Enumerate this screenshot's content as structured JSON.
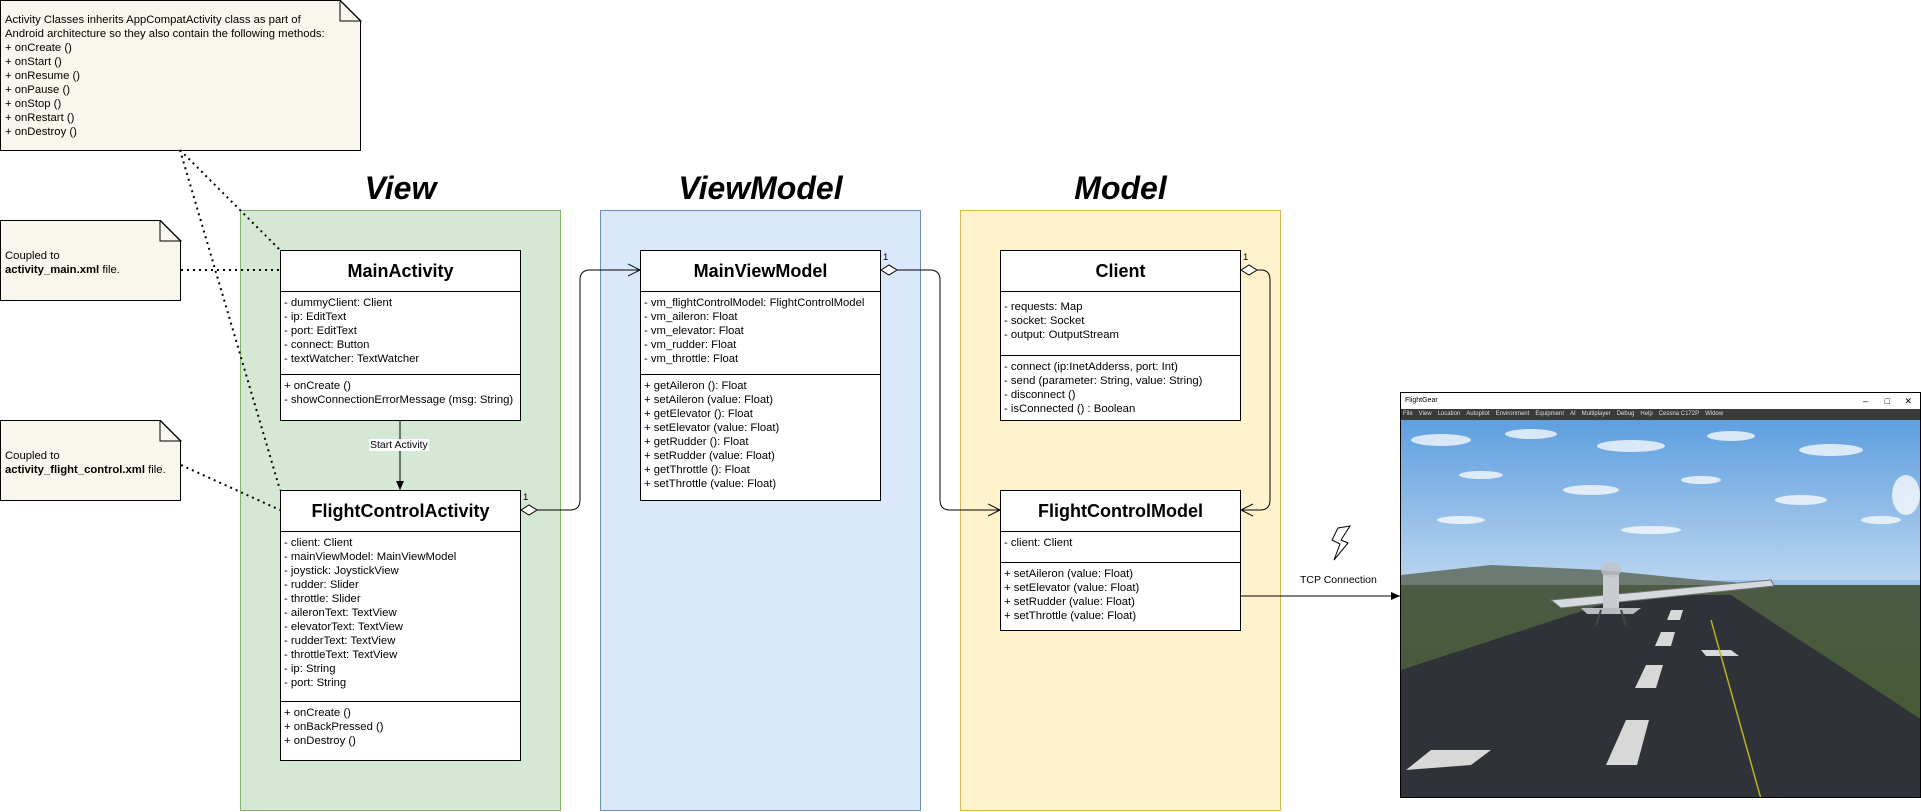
{
  "regions": {
    "view_title": "View",
    "viewmodel_title": "ViewModel",
    "model_title": "Model"
  },
  "notes": {
    "activity_lines": [
      "Activity Classes inherits AppCompatActivity class as part of",
      "Android architecture so they also contain the following methods:",
      "+ onCreate ()",
      "+ onStart ()",
      "+ onResume ()",
      "+ onPause ()",
      "+ onStop ()",
      "+ onRestart ()",
      "+ onDestroy ()"
    ],
    "main_xml": {
      "prefix": "Coupled to",
      "file": "activity_main.xml",
      "suffix": " file."
    },
    "flight_xml": {
      "prefix": "Coupled to",
      "file": "activity_flight_control.xml",
      "suffix": " file."
    }
  },
  "classes": {
    "main_activity": {
      "name": "MainActivity",
      "attributes": [
        "- dummyClient: Client",
        "- ip: EditText",
        "- port: EditText",
        "- connect: Button",
        "- textWatcher: TextWatcher"
      ],
      "methods": [
        "+ onCreate ()",
        "- showConnectionErrorMessage (msg: String)"
      ]
    },
    "flight_control_activity": {
      "name": "FlightControlActivity",
      "attributes": [
        "- client: Client",
        "- mainViewModel: MainViewModel",
        "- joystick: JoystickView",
        "- rudder: Slider",
        "- throttle: Slider",
        "- aileronText: TextView",
        "- elevatorText: TextView",
        "- rudderText: TextView",
        "- throttleText: TextView",
        "- ip: String",
        "- port: String"
      ],
      "methods": [
        "+ onCreate ()",
        "+ onBackPressed ()",
        "+ onDestroy ()"
      ]
    },
    "main_view_model": {
      "name": "MainViewModel",
      "attributes": [
        "- vm_flightControlModel: FlightControlModel",
        "- vm_aileron: Float",
        "- vm_elevator: Float",
        "- vm_rudder: Float",
        "- vm_throttle: Float"
      ],
      "methods": [
        "+ getAileron (): Float",
        "+ setAileron (value: Float)",
        "+ getElevator (): Float",
        "+ setElevator (value: Float)",
        "+ getRudder (): Float",
        "+ setRudder (value: Float)",
        "+ getThrottle (): Float",
        "+ setThrottle (value: Float)"
      ]
    },
    "client": {
      "name": "Client",
      "attributes": [
        "- requests: Map",
        "- socket: Socket",
        "- output: OutputStream"
      ],
      "methods": [
        "- connect (ip:InetAdderss, port: Int)",
        "- send (parameter: String, value: String)",
        "- disconnect ()",
        "- isConnected () : Boolean"
      ]
    },
    "flight_control_model": {
      "name": "FlightControlModel",
      "attributes": [
        "- client: Client"
      ],
      "methods": [
        "+ setAileron (value: Float)",
        "+ setElevator (value: Float)",
        "+ setRudder (value: Float)",
        "+ setThrottle (value: Float)"
      ]
    }
  },
  "connectors": {
    "start_activity": "Start Activity",
    "tcp_connection": "TCP Connection",
    "multiplicity": "1"
  },
  "flightgear": {
    "window_title": "FlightGear",
    "menu": [
      "File",
      "View",
      "Location",
      "Autopilot",
      "Environment",
      "Equipment",
      "AI",
      "Multiplayer",
      "Debug",
      "Help",
      "Cessna C172P",
      "Widow"
    ],
    "controls": [
      "–",
      "□",
      "✕"
    ]
  },
  "colors": {
    "view_fill": "#d5e8d4",
    "view_border": "#82b366",
    "viewmodel_fill": "#dae8fc",
    "viewmodel_border": "#6c8ebf",
    "model_fill": "#fff2cc",
    "model_border": "#d6b656",
    "note_fill": "#f9f7ed"
  }
}
